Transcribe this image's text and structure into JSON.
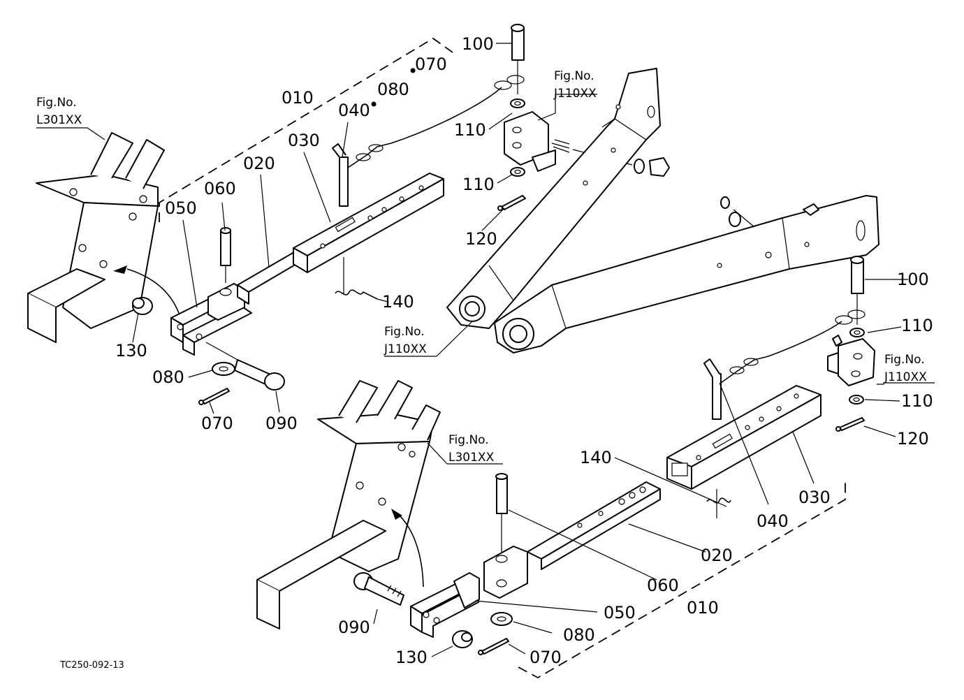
{
  "diagram": {
    "drawing_code": "TC250-092-13",
    "figure_refs": {
      "fig_no_label": "Fig.No.",
      "l301": "L301XX",
      "j110": "J110XX"
    },
    "parts": {
      "p010": "010",
      "p020": "020",
      "p030": "030",
      "p040": "040",
      "p050": "050",
      "p060": "060",
      "p070": "070",
      "p080": "080",
      "p090": "090",
      "p100": "100",
      "p110": "110",
      "p120": "120",
      "p130": "130",
      "p140": "140"
    },
    "dot_separator": "•"
  }
}
